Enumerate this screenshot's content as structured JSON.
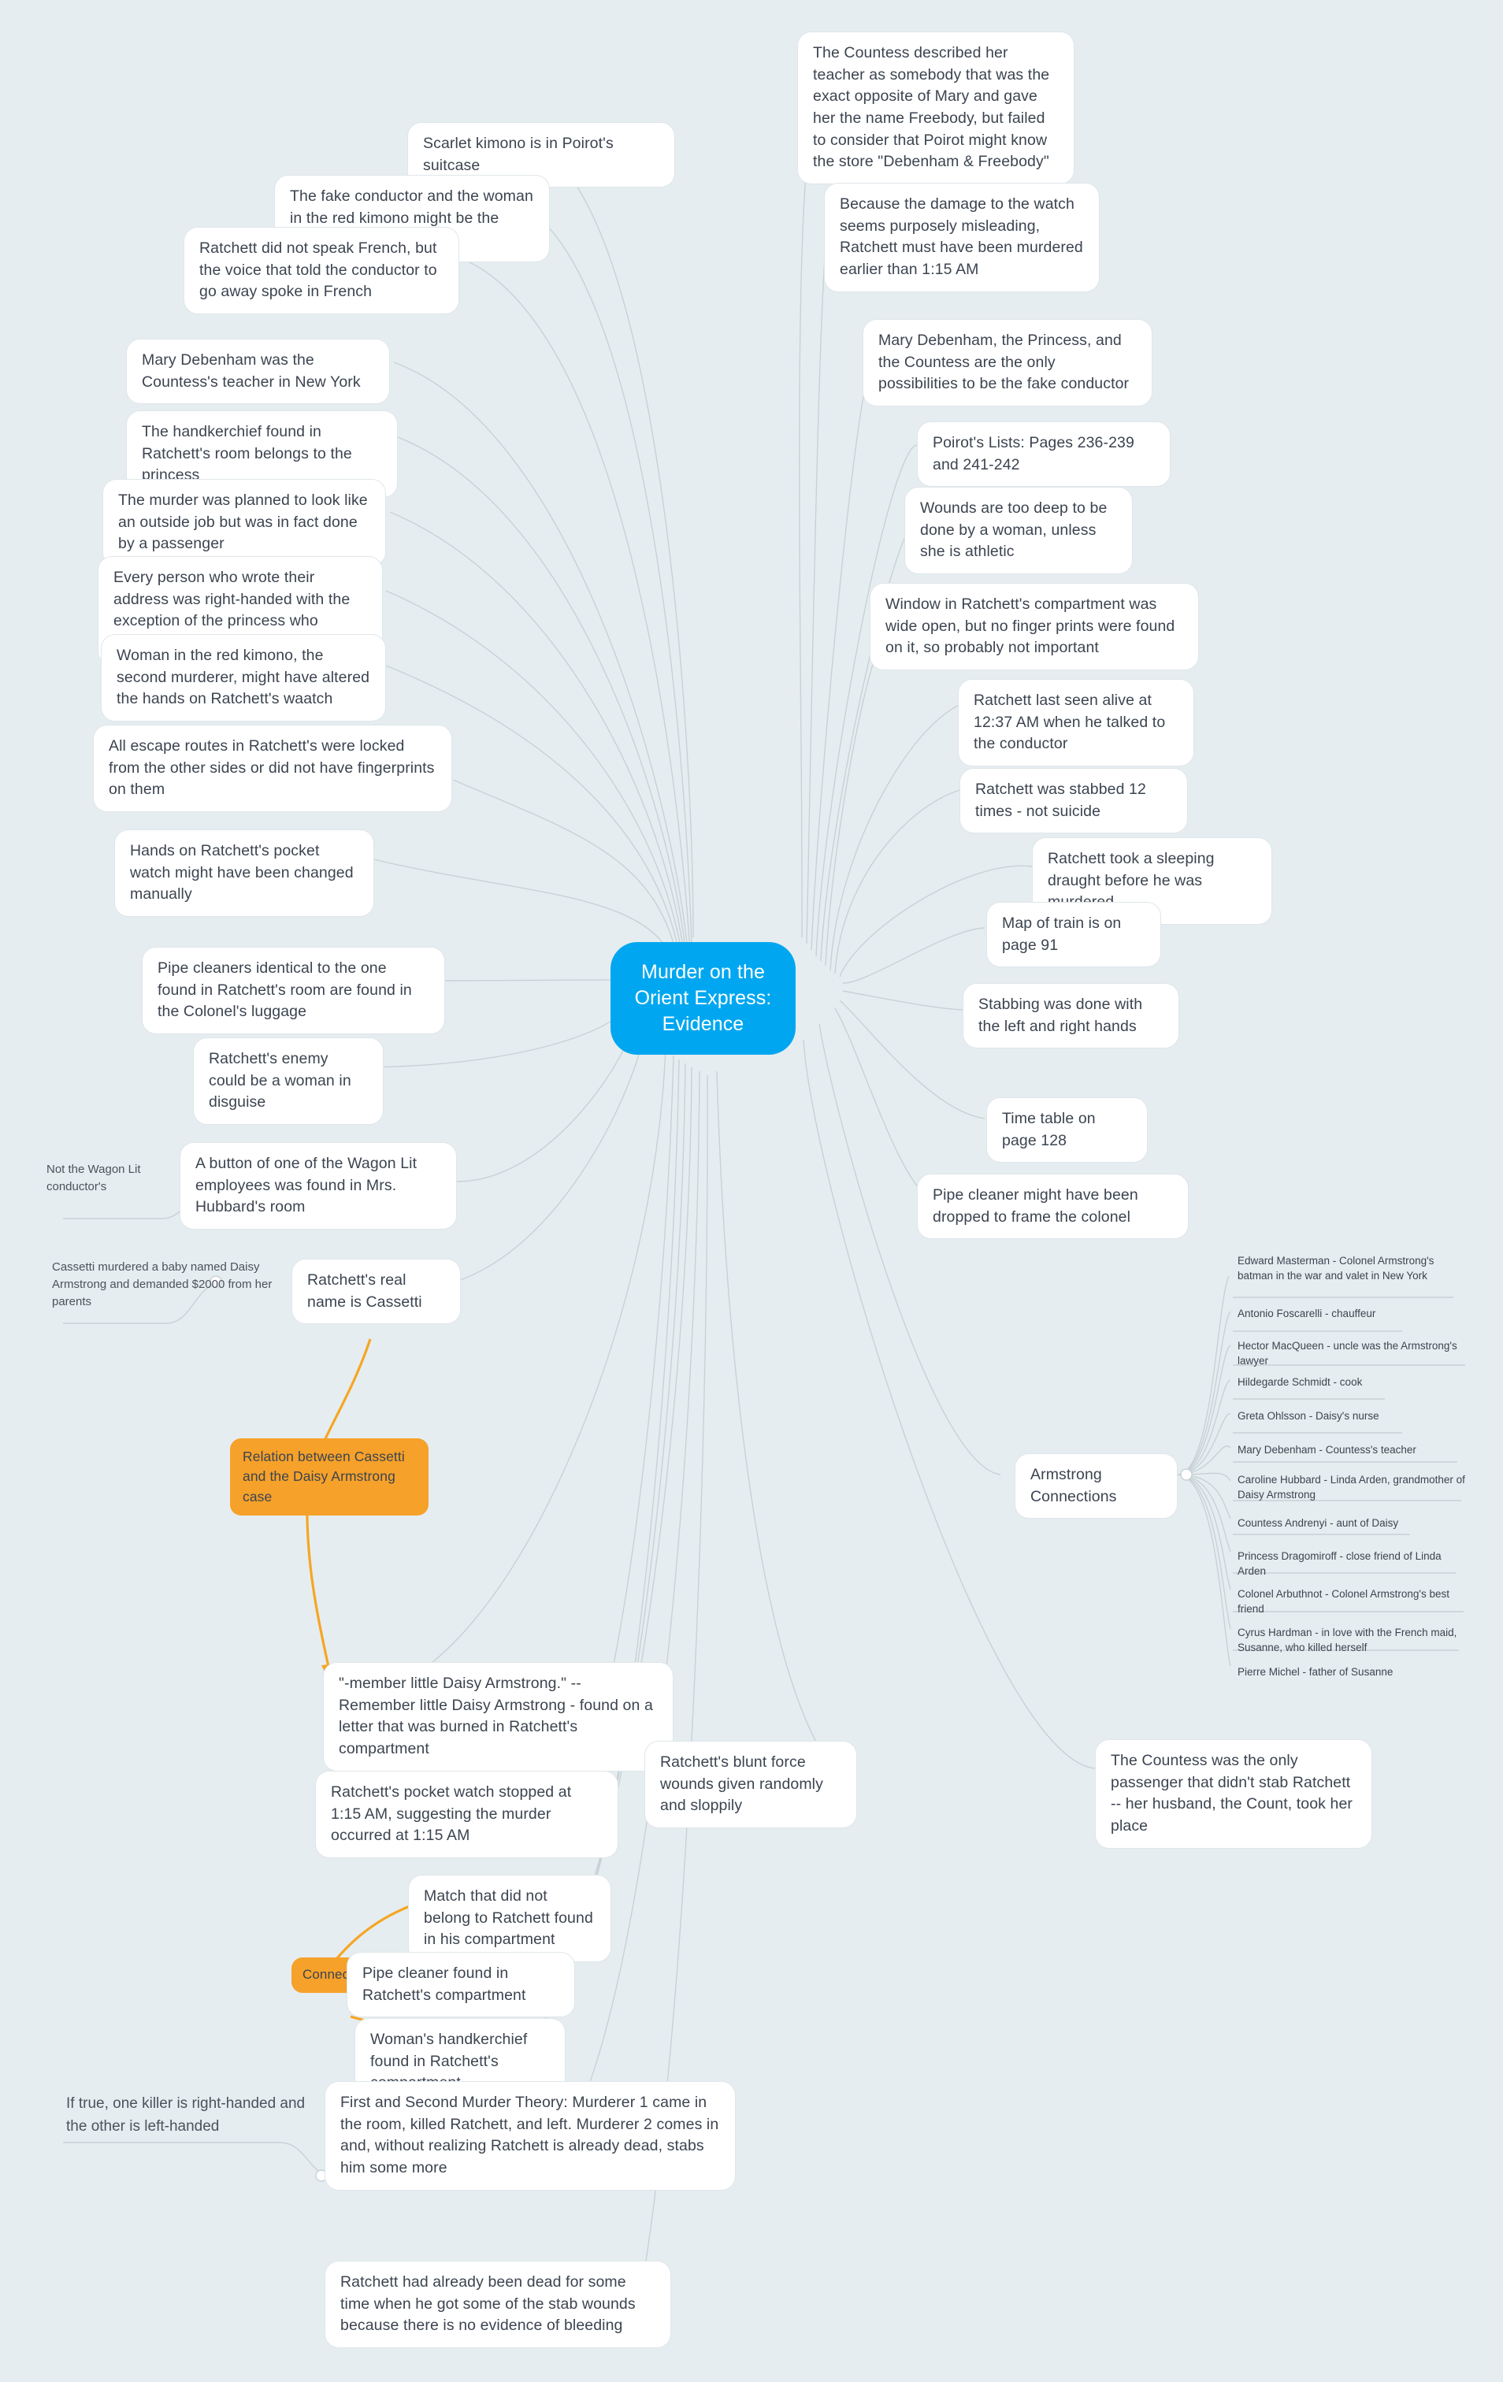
{
  "canvas": {
    "background": "#e6edf0",
    "node_fill": "#ffffff",
    "node_border": "#dfe6e9",
    "center_fill": "#00a7f0",
    "highlight_fill": "#f6a12a",
    "edge_color": "#c7d2d6",
    "highlight_edge_color": "#f5a623",
    "text_color": "#3c4450"
  },
  "center": {
    "title": "Murder on the Orient Express: Evidence"
  },
  "nodes": {
    "countess_teacher": "The Countess described her teacher as somebody that was the exact opposite of Mary and gave her the name Freebody, but failed to consider that Poirot might know the store \"Debenham & Freebody\"",
    "watch_damage": "Because the damage to the watch seems purposely misleading, Ratchett must have been murdered earlier than 1:15 AM",
    "scarlet_kimono": "Scarlet kimono is in Poirot's suitcase",
    "fake_conductor_same": "The fake conductor and the woman in the red kimono might be the same",
    "french_voice": "Ratchett did not speak French, but the voice that told the conductor to go away spoke in French",
    "mary_teacher_ny": "Mary Debenham was the Countess's teacher in New York",
    "handkerchief_princess": "The handkerchief found in Ratchett's room belongs to the princess",
    "outside_job": "The murder was planned to look like an outside job but was in fact done by a passenger",
    "right_handed_address": "Every person who wrote their address was right-handed with the exception of the princess who refused to write",
    "red_kimono_watch": "Woman in the red kimono, the second murderer, might have altered the hands on Ratchett's waatch",
    "escape_routes": "All escape routes in Ratchett's were locked from the other sides or did not have fingerprints on them",
    "pocket_watch_manual": "Hands on Ratchett's pocket watch might have been changed manually",
    "pipe_cleaners_colonel": "Pipe cleaners identical to the one found in Ratchett's room are found in the Colonel's luggage",
    "enemy_woman_disguise": "Ratchett's enemy could be a woman in disguise",
    "wagon_lit_button": "A button of one of the Wagon Lit employees was found in Mrs. Hubbard's room",
    "not_wagon_lit_conductor": "Not the Wagon Lit conductor's",
    "cassetti_baby": "Cassetti murdered a baby named Daisy Armstrong and demanded $2000 from her parents",
    "real_name_cassetti": "Ratchett's real name is Cassetti",
    "relation_cassetti_daisy": "Relation between Cassetti and the Daisy Armstrong case",
    "daisy_letter": "\"-member little Daisy Armstrong.\" -- Remember little Daisy Armstrong - found on a letter that was burned in Ratchett's compartment",
    "pocket_watch_115": "Ratchett's pocket watch stopped at 1:15 AM, suggesting the murder occurred at 1:15 AM",
    "blunt_force": "Ratchett's blunt force wounds given randomly and sloppily",
    "match_not_ratchett": "Match that did not belong to Ratchett found in his compartment",
    "pipe_cleaner_compartment": "Pipe cleaner found in Ratchett's compartment",
    "connection_badge": "Connec",
    "womans_handkerchief": "Woman's handkerchief found in Ratchett's compartment",
    "murder_theory": "First and Second Murder Theory: Murderer 1 came in the room, killed Ratchett, and left. Murderer 2 comes in and, without realizing Ratchett is already dead, stabs him some more",
    "if_true_handed": "If true, one killer is right-handed and the other is left-handed",
    "dead_no_bleeding": "Ratchett had already been dead for some time when he got some of the stab wounds because there is no evidence of bleeding",
    "fake_conductor_possibilities": "Mary Debenham, the Princess, and the Countess are the only possibilities to be the fake conductor",
    "poirot_lists": "Poirot's Lists: Pages 236-239 and 241-242",
    "wounds_deep": "Wounds are too deep to be done by a woman, unless she is athletic",
    "window_open": "Window in Ratchett's compartment was wide open, but no finger prints were found on it, so probably not important",
    "last_seen_1237": "Ratchett last seen alive at 12:37 AM when he talked to the conductor",
    "stabbed_12": "Ratchett was stabbed 12 times - not suicide",
    "sleeping_draught": "Ratchett took a sleeping draught before he was murdered",
    "map_page_91": "Map of train is on page 91",
    "stabbing_both_hands": "Stabbing was done with the left and right hands",
    "timetable_page_128": "Time table on page 128",
    "pipe_cleaner_frame": "Pipe cleaner might have been dropped to frame the colonel",
    "armstrong_connections": "Armstrong Connections",
    "countess_only_passenger": "The Countess was the only passenger that didn't stab Ratchett -- her husband, the Count, took her place"
  },
  "armstrong_connections": {
    "title": "Armstrong Connections",
    "items": [
      "Edward Masterman - Colonel Armstrong's batman in the war and valet in New York",
      "Antonio Foscarelli - chauffeur",
      "Hector MacQueen - uncle was the Armstrong's lawyer",
      "Hildegarde Schmidt - cook",
      "Greta Ohlsson - Daisy's nurse",
      "Mary Debenham - Countess's teacher",
      "Caroline Hubbard - Linda Arden, grandmother of Daisy Armstrong",
      "Countess Andrenyi - aunt of Daisy",
      "Princess Dragomiroff - close friend of Linda Arden",
      "Colonel Arbuthnot - Colonel Armstrong's best friend",
      "Cyrus Hardman - in love with the French maid, Susanne, who killed herself",
      "Pierre Michel - father of Susanne"
    ]
  }
}
